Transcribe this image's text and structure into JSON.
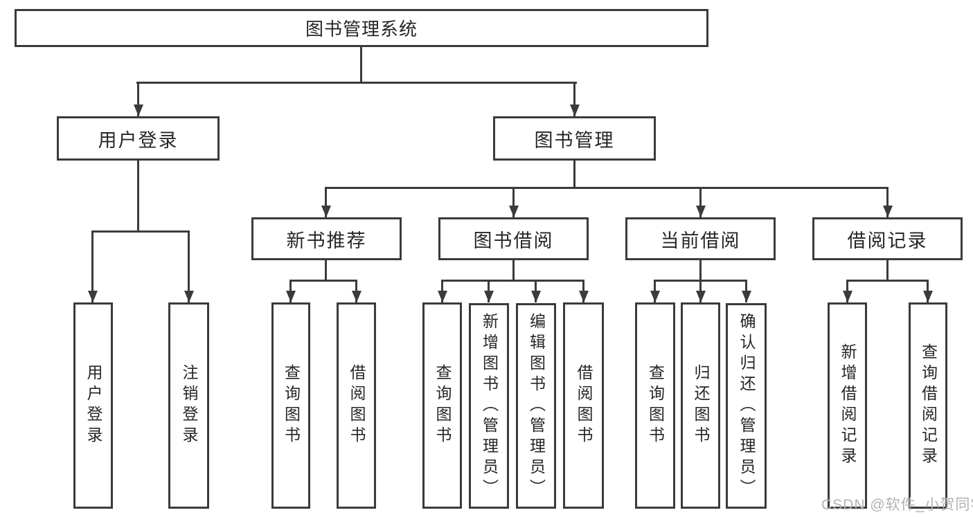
{
  "diagram": {
    "title": "图书管理系统",
    "level2": {
      "user_login": "用户登录",
      "book_management": "图书管理"
    },
    "level3": {
      "new_book_recommend": "新书推荐",
      "book_borrow": "图书借阅",
      "current_borrow": "当前借阅",
      "borrow_record": "借阅记录"
    },
    "leaves": {
      "user_login": [
        "用户登录",
        "注销登录"
      ],
      "new_book_recommend": [
        "查询图书",
        "借阅图书"
      ],
      "book_borrow": [
        "查询图书",
        "新增图书（管理员）",
        "编辑图书（管理员）",
        "借阅图书"
      ],
      "current_borrow": [
        "查询图书",
        "归还图书",
        "确认归还（管理员）"
      ],
      "borrow_record": [
        "新增借阅记录",
        "查询借阅记录"
      ]
    },
    "watermark": "CSDN @软件_小贺同学",
    "colors": {
      "line": "#3b3b3b",
      "text": "#262626",
      "watermark": "#b2b2b2",
      "bg": "#ffffff"
    }
  }
}
